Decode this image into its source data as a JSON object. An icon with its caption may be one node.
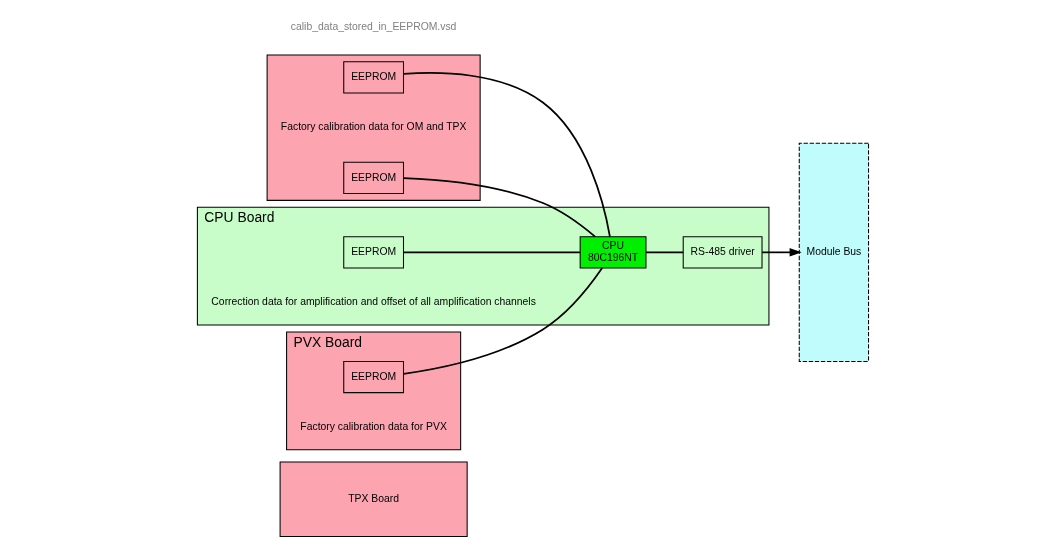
{
  "diagram": {
    "nodes": [
      {
        "text": [
          "TPX Board"
        ]
      },
      {
        "text": [],
        "shape": "box"
      },
      {
        "text": [
          "EEPROM"
        ],
        "in": 1,
        "beside": [
          "Factory calibration data for OM and TPX"
        ]
      },
      {
        "text": [
          "EEPROM"
        ],
        "in": 1
      },
      {
        "text": [
          "PVX Board"
        ]
      },
      {
        "text": [
          "EEPROM"
        ],
        "in": 4,
        "beside": [
          "Factory calibration data for PVX"
        ]
      },
      {
        "text": [
          "CPU Board"
        ]
      },
      {
        "text": [
          "EEPROM"
        ],
        "in": 6,
        "beside": [
          "Correction data for amplification and offset of all amplification channels"
        ]
      },
      {
        "text": [
          "CPU",
          "80C196NT"
        ],
        "in": 6
      },
      {
        "text": [
          "RS-485 driver"
        ],
        "in": 6
      },
      {
        "text": [
          "Module Bus"
        ]
      }
    ],
    "edges": [
      {
        "from": 2,
        "to": 8,
        "arrow": "none"
      },
      {
        "from": 3,
        "to": 8,
        "arrow": "none"
      },
      {
        "from": 5,
        "to": 8,
        "arrow": "none"
      },
      {
        "from": 7,
        "to": 8,
        "arrow": "none"
      },
      {
        "from": 8,
        "to": 9,
        "arrow": "none"
      },
      {
        "from": 9,
        "to": 10,
        "arrow": "to"
      }
    ],
    "labels": [
      "calib_data_stored_in_EEPROM.vsd"
    ]
  }
}
